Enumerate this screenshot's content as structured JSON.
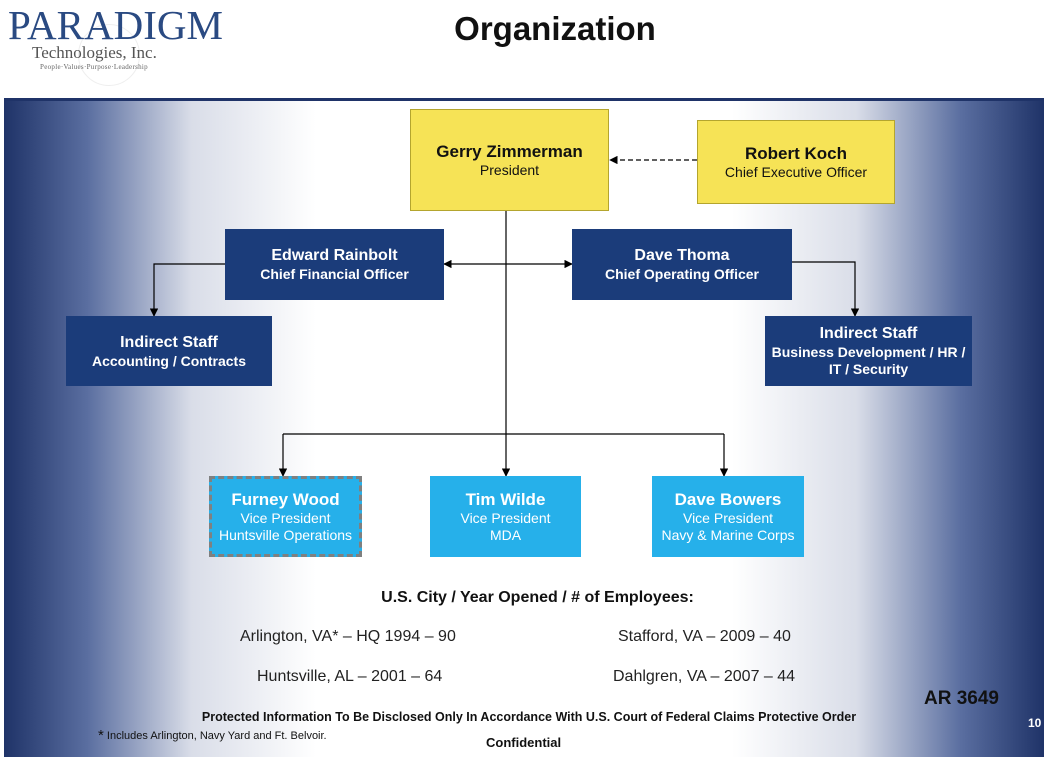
{
  "logo": {
    "wordmark": "PARADIGM",
    "subtitle": "Technologies, Inc.",
    "tagline": "People·Values·Purpose·Leadership"
  },
  "title": "Organization",
  "org": {
    "president": {
      "name": "Gerry Zimmerman",
      "role": "President"
    },
    "ceo": {
      "name": "Robert Koch",
      "role": "Chief Executive Officer"
    },
    "cfo": {
      "name": "Edward Rainbolt",
      "role": "Chief Financial Officer"
    },
    "coo": {
      "name": "Dave Thoma",
      "role": "Chief Operating Officer"
    },
    "staff_left": {
      "name": "Indirect Staff",
      "role": "Accounting  / Contracts"
    },
    "staff_right": {
      "name": "Indirect Staff",
      "role_line1": "Business  Development / HR /",
      "role_line2": "IT / Security"
    },
    "vp1": {
      "name": "Furney Wood",
      "role": "Vice President",
      "detail": "Huntsville  Operations"
    },
    "vp2": {
      "name": "Tim Wilde",
      "role": "Vice President",
      "detail": "MDA"
    },
    "vp3": {
      "name": "Dave Bowers",
      "role": "Vice President",
      "detail": "Navy  & Marine Corps"
    }
  },
  "locations": {
    "heading": "U.S. City / Year Opened / # of Employees:",
    "items": [
      "Arlington, VA* – HQ 1994 – 90",
      "Stafford, VA – 2009 – 40",
      "Huntsville,  AL – 2001 – 64",
      "Dahlgren, VA – 2007 – 44"
    ]
  },
  "footer": {
    "ar": "AR 3649",
    "protected": "Protected Information To Be Disclosed Only In Accordance With U.S. Court of Federal Claims Protective Order",
    "page": "10",
    "footnote_mark": "*",
    "footnote": "Includes Arlington, Navy Yard and Ft. Belvoir.",
    "confidential": "Confidential"
  }
}
